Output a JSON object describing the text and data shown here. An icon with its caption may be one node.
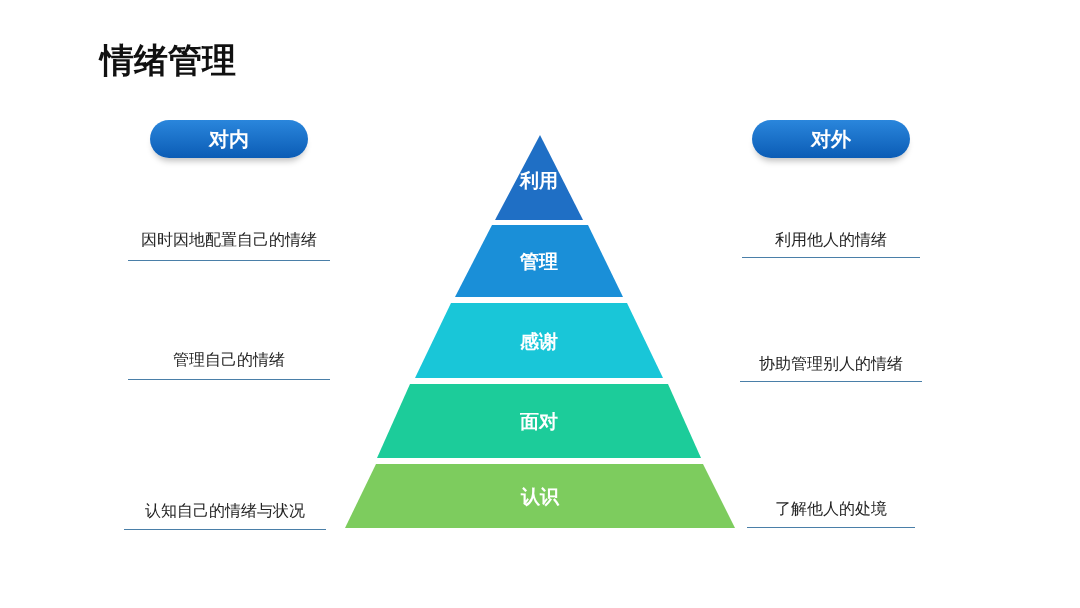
{
  "diagram": {
    "title": "情绪管理",
    "nodes": [
      {
        "text": [
          "对内"
        ]
      },
      {
        "text": [
          "对外"
        ]
      },
      {
        "text": [
          "利用"
        ]
      },
      {
        "text": [
          "管理"
        ]
      },
      {
        "text": [
          "感谢"
        ]
      },
      {
        "text": [
          "面对"
        ]
      },
      {
        "text": [
          "认识"
        ]
      }
    ],
    "labels": [
      "因时因地配置自己的情绪",
      "利用他人的情绪",
      "管理自己的情绪",
      "协助管理别人的情绪",
      "认知自己的情绪与状况",
      "了解他人的处境"
    ]
  }
}
